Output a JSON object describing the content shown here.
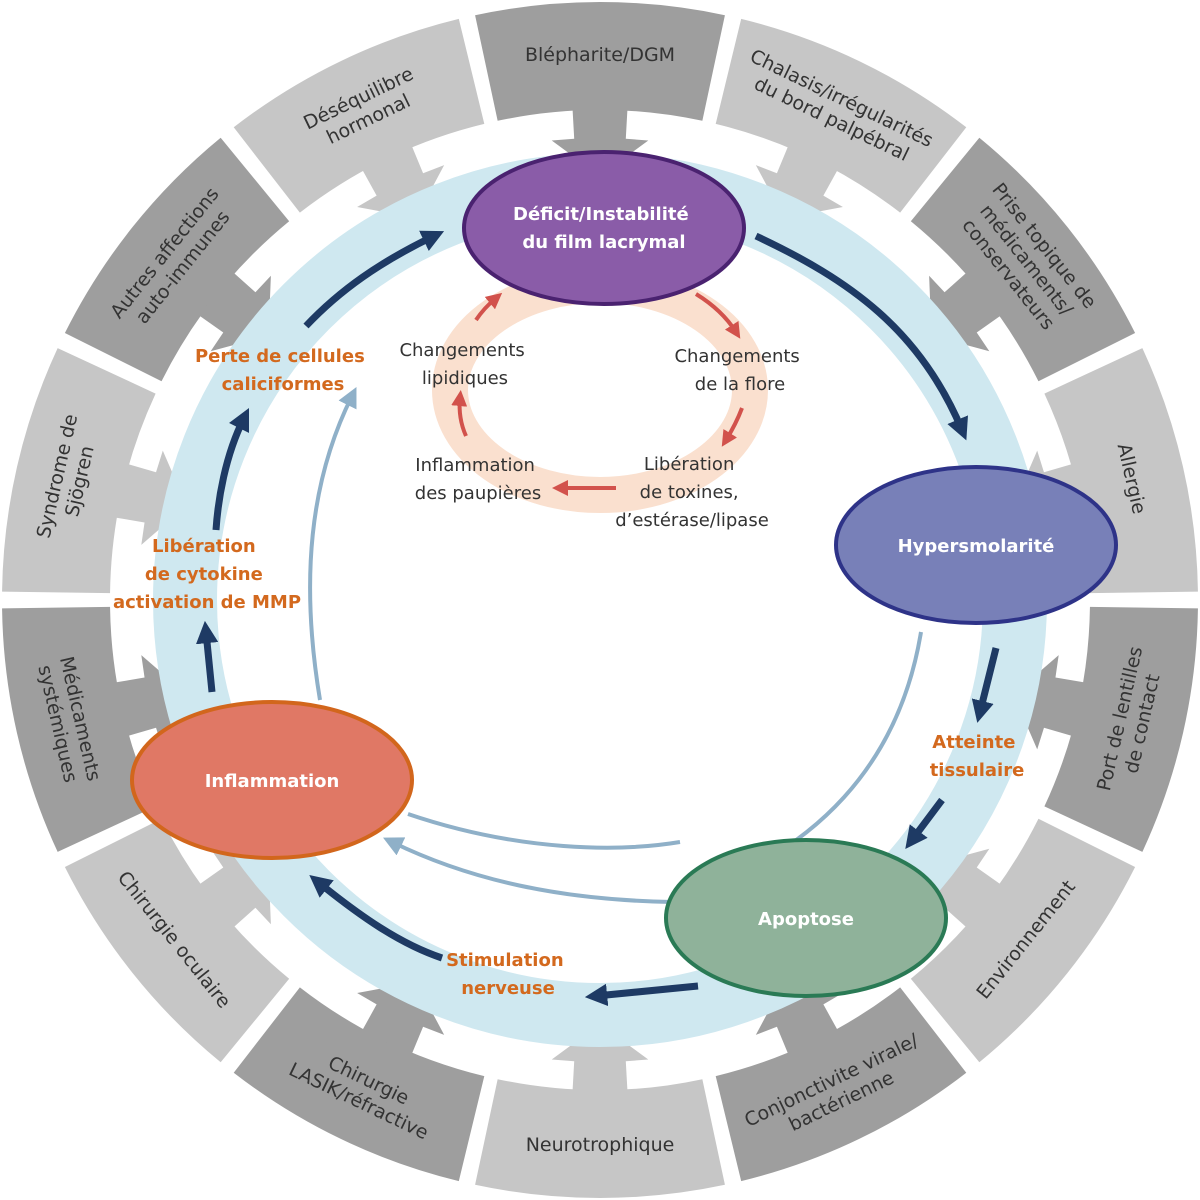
{
  "colors": {
    "segment_dark": "#9e9e9e",
    "segment_light": "#c6c6c6",
    "band": "#cfe8f0",
    "dark_arrow": "#1e3a64",
    "light_arrow": "#8fb0c8",
    "loop_ring": "#fae0cf",
    "loop_arrow": "#d2524c",
    "orange_label": "#d3691e"
  },
  "segments": [
    {
      "lines": [
        "Blépharite/DGM"
      ],
      "shade": "dark"
    },
    {
      "lines": [
        "Chalasis/irrégularités",
        "du bord palpébral"
      ],
      "shade": "light"
    },
    {
      "lines": [
        "Prise topique de",
        "médicaments/",
        "conservateurs"
      ],
      "shade": "dark"
    },
    {
      "lines": [
        "Allergie"
      ],
      "shade": "light"
    },
    {
      "lines": [
        "Port de lentilles",
        "de contact"
      ],
      "shade": "dark"
    },
    {
      "lines": [
        "Environnement"
      ],
      "shade": "light"
    },
    {
      "lines": [
        "Conjonctivite virale/",
        "bactérienne"
      ],
      "shade": "dark"
    },
    {
      "lines": [
        "Neurotrophique"
      ],
      "shade": "light"
    },
    {
      "lines": [
        "Chirurgie",
        "LASIK/réfractive"
      ],
      "shade": "dark"
    },
    {
      "lines": [
        "Chirurgie oculaire"
      ],
      "shade": "light"
    },
    {
      "lines": [
        "Médicaments",
        "systémiques"
      ],
      "shade": "dark"
    },
    {
      "lines": [
        "Syndrome de",
        "Sjögren"
      ],
      "shade": "light"
    },
    {
      "lines": [
        "Autres affections",
        "auto-immunes"
      ],
      "shade": "dark"
    },
    {
      "lines": [
        "Déséquilibre",
        "hormonal"
      ],
      "shade": "light"
    }
  ],
  "nodes": {
    "deficit": {
      "line1": "Déficit/Instabilité",
      "line2": "du film lacrymal",
      "fill": "#8a5ca8",
      "stroke": "#4a2270"
    },
    "hyper": {
      "line1": "Hypersmolarité",
      "fill": "#7880b8",
      "stroke": "#2e3388"
    },
    "apoptose": {
      "line1": "Apoptose",
      "fill": "#8fb29a",
      "stroke": "#2a7a55"
    },
    "inflammation": {
      "line1": "Inflammation",
      "fill": "#e07865",
      "stroke": "#d2661c"
    }
  },
  "labels": {
    "perte": [
      "Perte de cellules",
      "caliciformes"
    ],
    "liberation": [
      "Libération",
      "de cytokine",
      "activation de MMP"
    ],
    "atteinte": [
      "Atteinte",
      "tissulaire"
    ],
    "stimulation": [
      "Stimulation",
      "nerveuse"
    ]
  },
  "loop": {
    "lipidiques": [
      "Changements",
      "lipidiques"
    ],
    "flore": [
      "Changements",
      "de la flore"
    ],
    "toxines": [
      "Libération",
      "de toxines,",
      "d’estérase/lipase"
    ],
    "paupieres": [
      "Inflammation",
      "des paupières"
    ]
  }
}
